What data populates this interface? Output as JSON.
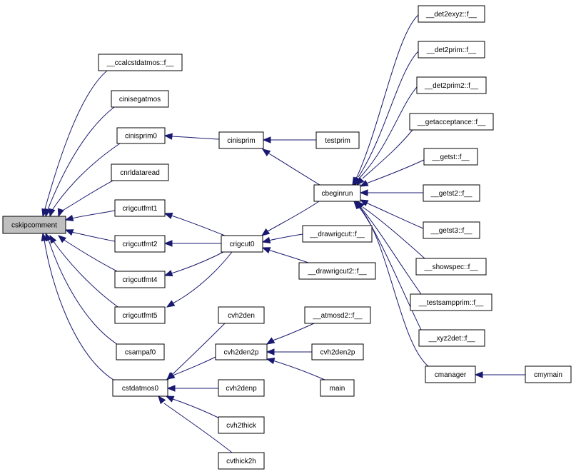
{
  "colors": {
    "edge": "#191970",
    "root_fill": "#bfbfbf",
    "node_fill": "#ffffff",
    "node_border": "#000000"
  },
  "nodes": {
    "cskipcomment": "cskipcomment",
    "ccalcstdatmos": "__ccalcstdatmos::f__",
    "cinisegatmos": "cinisegatmos",
    "cinisprim0": "cinisprim0",
    "cnrldataread": "cnrldataread",
    "crigcutfmt1": "crigcutfmt1",
    "crigcutfmt2": "crigcutfmt2",
    "crigcutfmt4": "crigcutfmt4",
    "crigcutfmt5": "crigcutfmt5",
    "csampaf0": "csampaf0",
    "cstdatmos0": "cstdatmos0",
    "cinisprim": "cinisprim",
    "testprim": "testprim",
    "crigcut0": "crigcut0",
    "drawrigcut": "__drawrigcut::f__",
    "drawrigcut2": "__drawrigcut2::f__",
    "cbeginrun": "cbeginrun",
    "cvh2den": "cvh2den",
    "cvh2den2p_a": "cvh2den2p",
    "cvh2denp": "cvh2denp",
    "cvh2thick": "cvh2thick",
    "cvthick2h": "cvthick2h",
    "atmosd2": "__atmosd2::f__",
    "cvh2den2p_b": "cvh2den2p",
    "main": "main",
    "det2exyz": "__det2exyz::f__",
    "det2prim": "__det2prim::f__",
    "det2prim2": "__det2prim2::f__",
    "getacceptance": "__getacceptance::f__",
    "getst": "__getst::f__",
    "getst2": "__getst2::f__",
    "getst3": "__getst3::f__",
    "showspec": "__showspec::f__",
    "testsampprim": "__testsampprim::f__",
    "xyz2det": "__xyz2det::f__",
    "cmanager": "cmanager",
    "cmymain": "cmymain"
  }
}
